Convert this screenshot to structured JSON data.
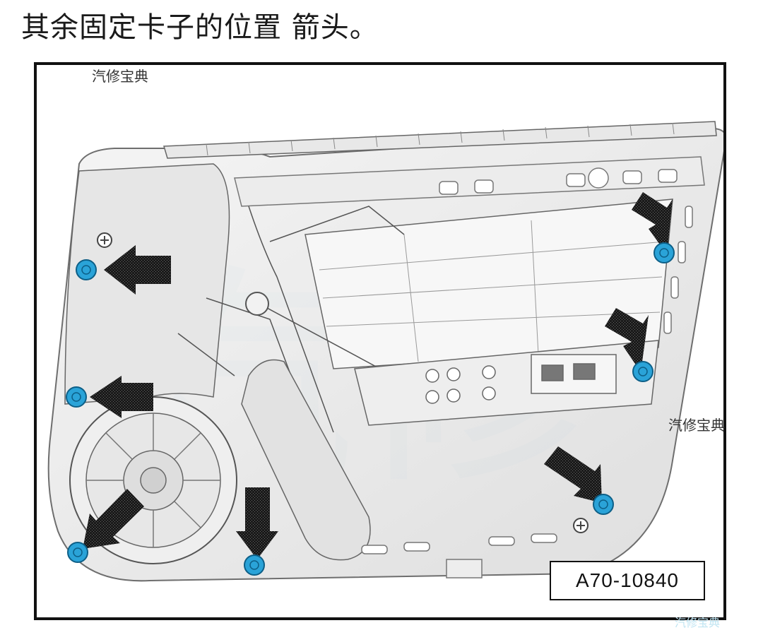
{
  "heading": "其余固定卡子的位置 箭头。",
  "figure": {
    "watermark_top": "汽修宝典",
    "watermark_right": "汽修宝典",
    "watermark_corner": "汽修宝典",
    "figure_code": "A70-10840",
    "clip_color": "#2aa3d8",
    "arrow_color": "#111111"
  }
}
